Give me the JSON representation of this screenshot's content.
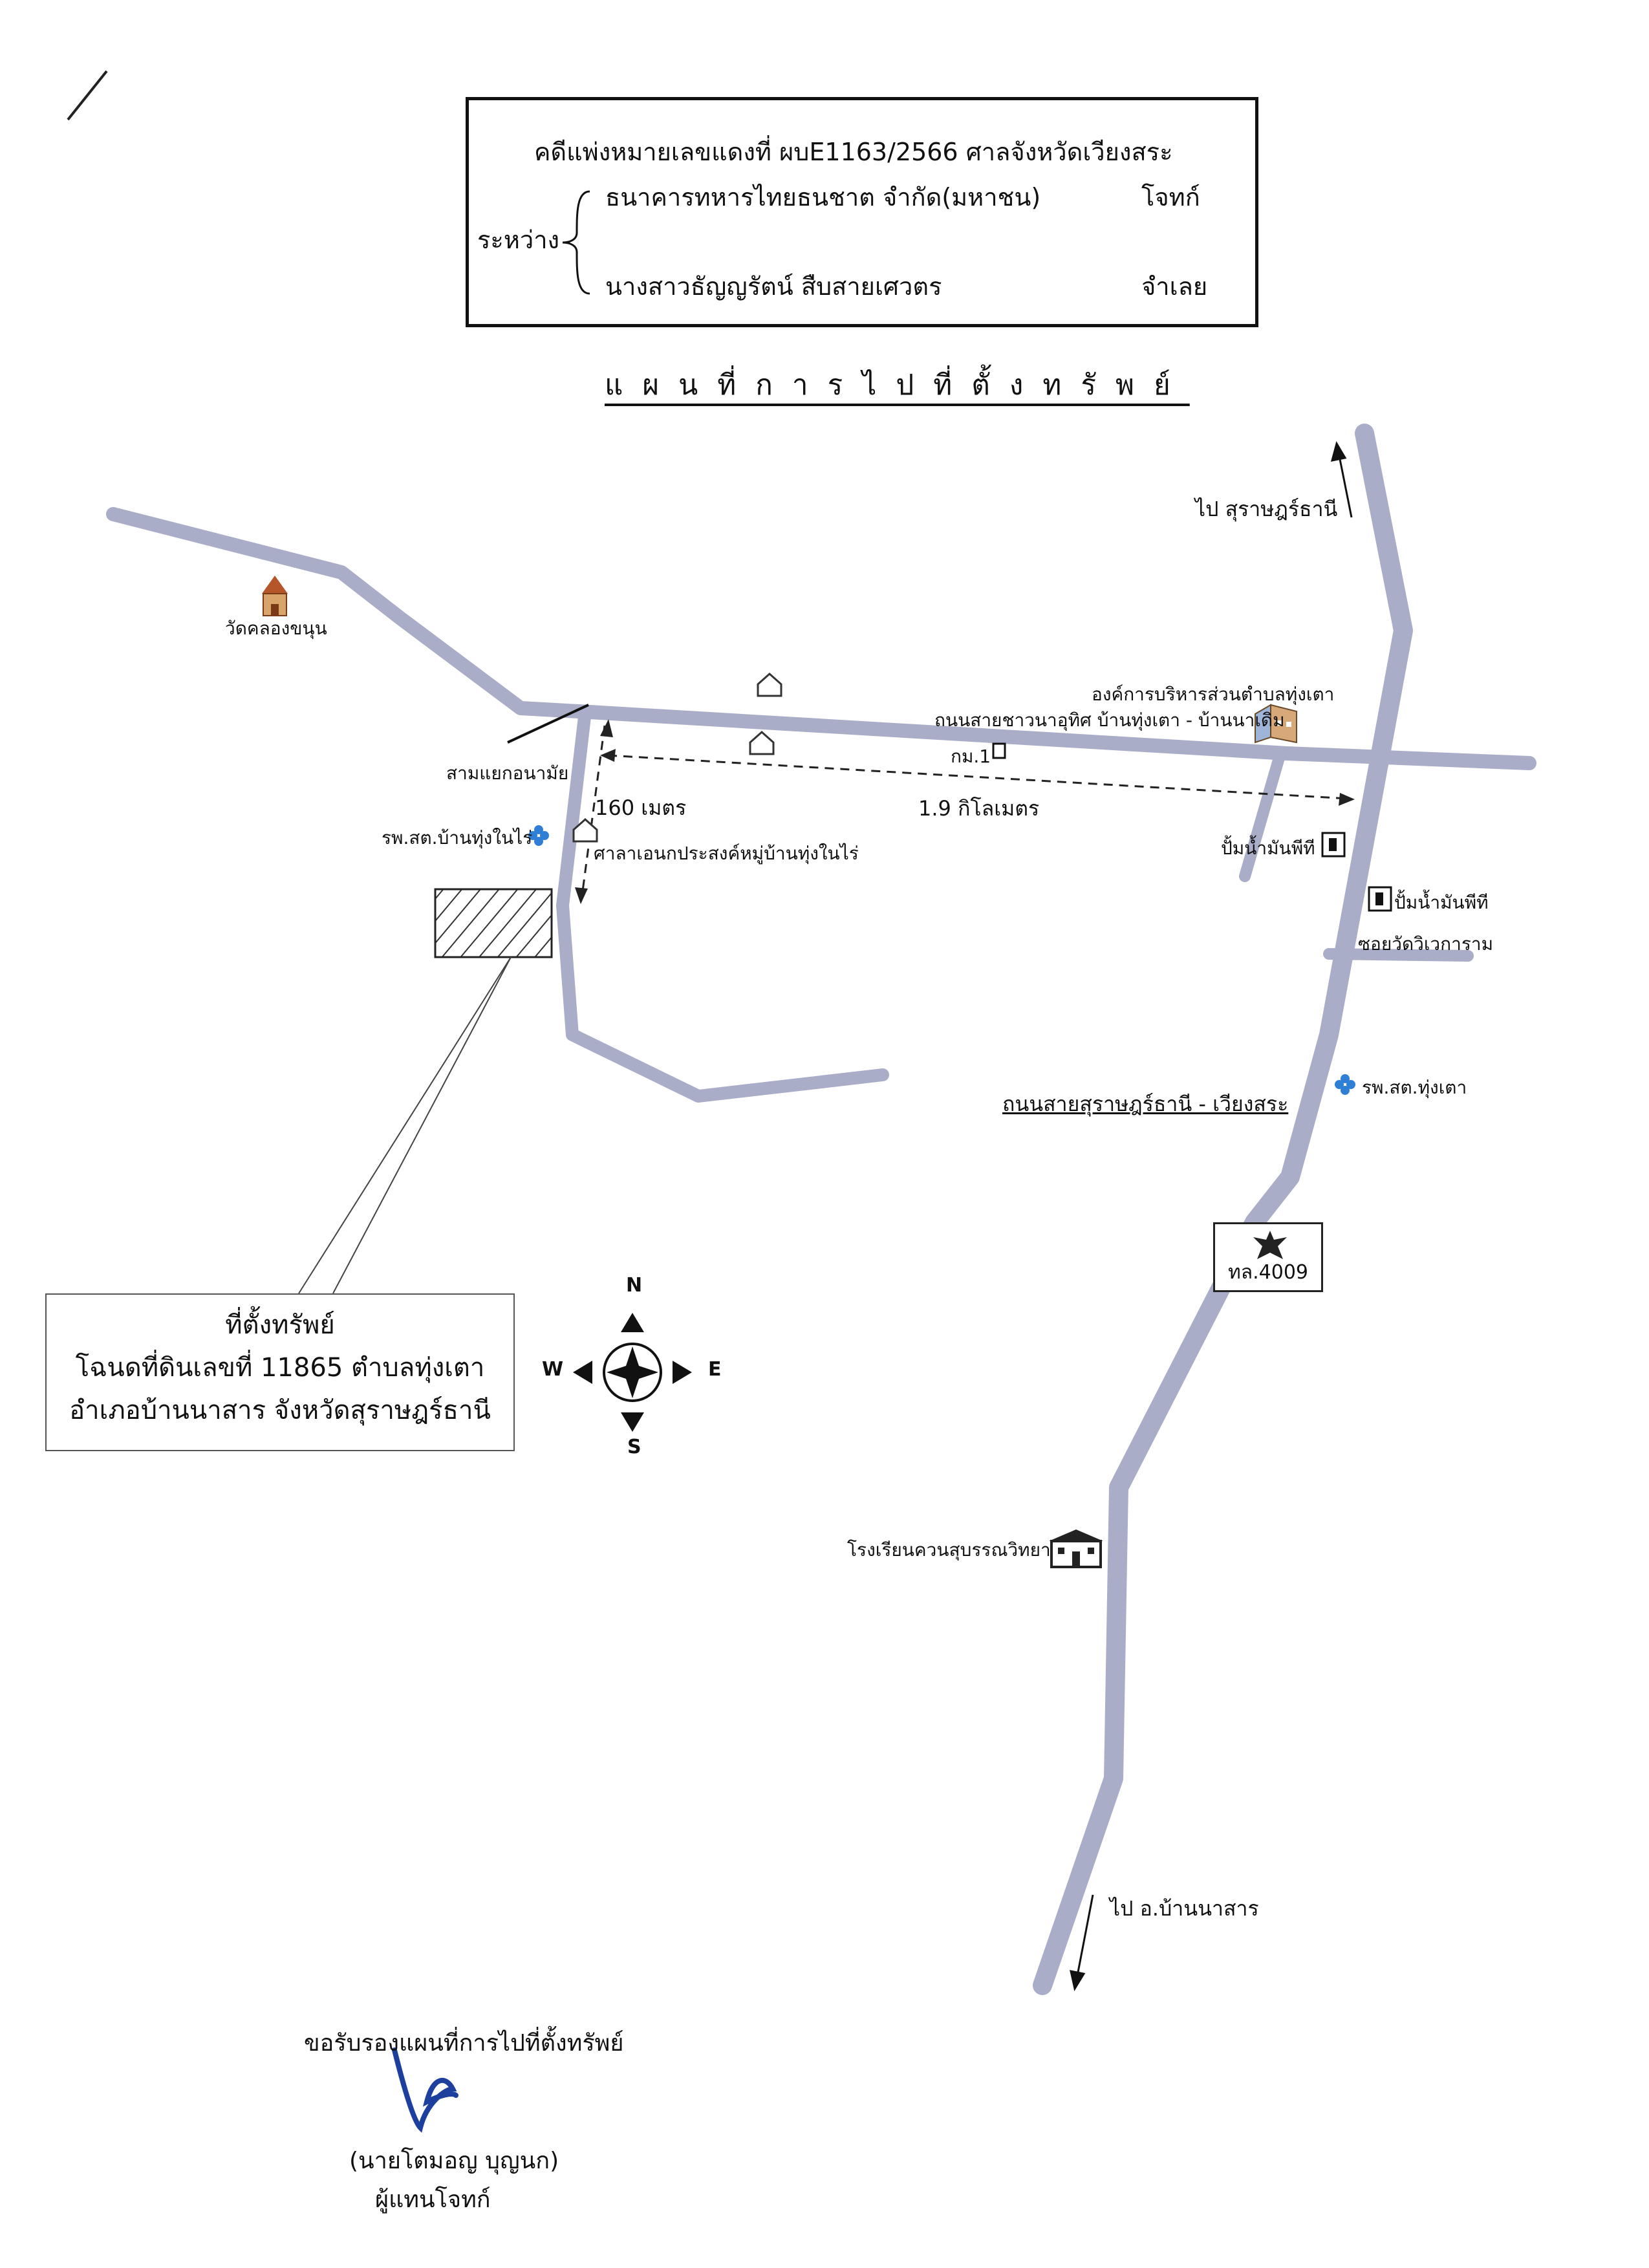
{
  "case": {
    "line1": "คดีแพ่งหมายเลขแดงที่  ผบE1163/2566   ศาลจังหวัดเวียงสระ",
    "between": "ระหว่าง",
    "plaintiff": "ธนาคารทหารไทยธนชาต จำกัด(มหาชน)",
    "plaintiff_role": "โจทก์",
    "defendant": "นางสาวธัญญรัตน์  สืบสายเศวตร",
    "defendant_role": "จำเลย"
  },
  "title": "แผนที่การไปที่ตั้งทรัพย์",
  "labels": {
    "to_surat": "ไป สุราษฎร์ธานี",
    "temple": "วัดคลองขนุน",
    "tao_office": "องค์การบริหารส่วนตำบลทุ่งเตา",
    "road_chawana": "ถนนสายชาวนาอุทิศ บ้านทุ่งเตา - บ้านนาเดิม",
    "km_marker": "กม.1",
    "junction": "สามแยกอนามัย",
    "dist_160": "160 เมตร",
    "dist_19": "1.9 กิโลเมตร",
    "clinic_nai_rai": "รพ.สต.บ้านทุ่งในไร่",
    "hall": "ศาลาเอนกประสงค์หมู่บ้านทุ่งในไร่",
    "gas1": "ปั้มน้ำมันพีที",
    "gas2": "ปั้มน้ำมันพีที",
    "soi_wat": "ซอยวัดวิเวการาม",
    "clinic_thung_tao": "รพ.สต.ทุ่งเตา",
    "road_main": "ถนนสายสุราษฎร์ธานี - เวียงสระ",
    "highway": "ทล.4009",
    "school": "โรงเรียนควนสุบรรณวิทยา",
    "to_ban_na_san": "ไป อ.บ้านนาสาร"
  },
  "property": {
    "line1": "ที่ตั้งทรัพย์",
    "line2": "โฉนดที่ดินเลขที่  11865  ตำบลทุ่งเตา",
    "line3": "อำเภอบ้านนาสาร  จังหวัดสุราษฎร์ธานี"
  },
  "compass": {
    "n": "N",
    "s": "S",
    "e": "E",
    "w": "W"
  },
  "signature": {
    "line1": "ขอรับรองแผนที่การไปที่ตั้งทรัพย์",
    "name": "(นายโตมอญ   บุญนก)",
    "role": "ผู้แทนโจทก์"
  },
  "icons": [
    "temple-icon",
    "house-icon",
    "office-building-icon",
    "clinic-cross-icon",
    "fuel-pump-icon",
    "school-icon",
    "garuda-emblem-icon",
    "north-arrow-icon"
  ],
  "colors": {
    "road": "#a9adc8",
    "ink": "#111111",
    "signature": "#1d3f9e",
    "clinic": "#2f7fd6"
  }
}
